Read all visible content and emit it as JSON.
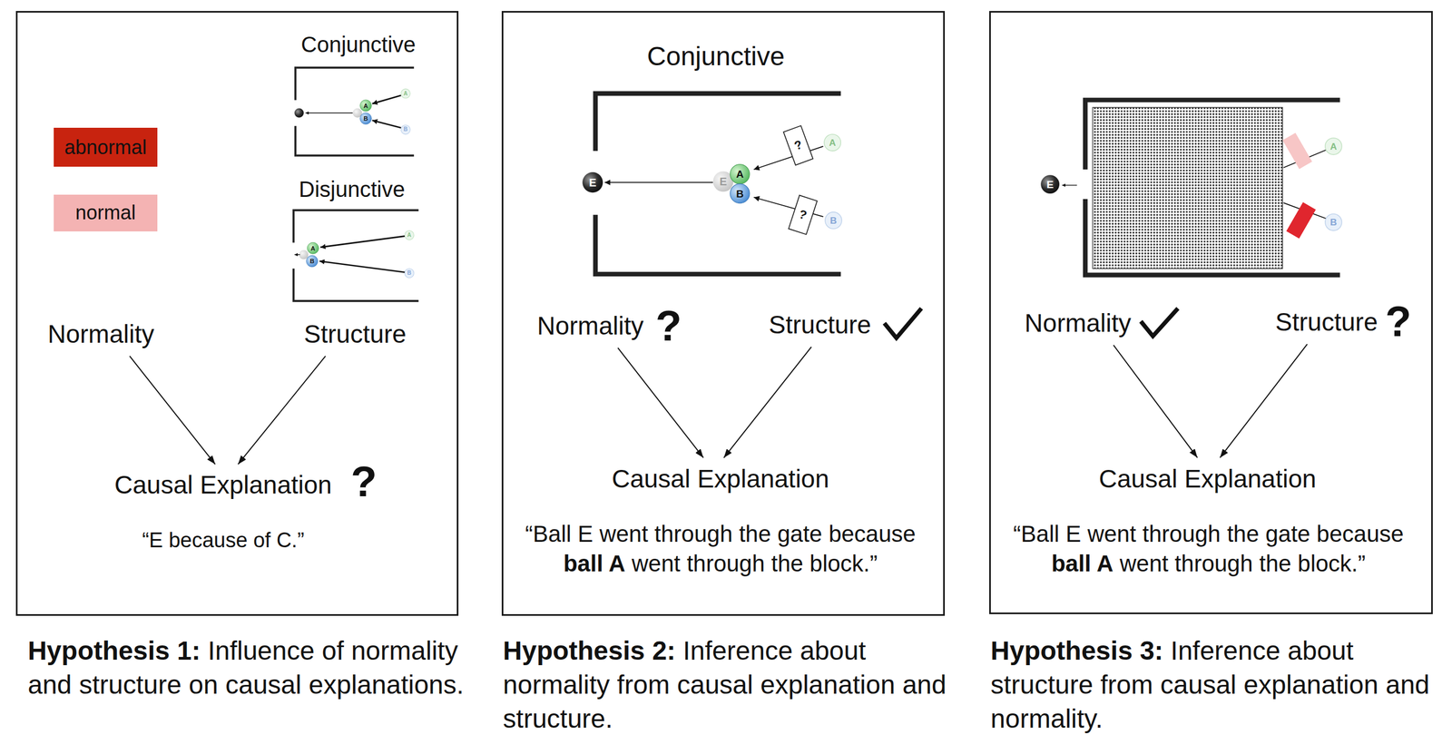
{
  "diagram": {
    "nodes": [
      {
        "text": [
          "Hypothesis 1:",
          "Influence of normality and structure on causal explanations."
        ]
      },
      {
        "text": [
          "Normality"
        ],
        "in": 0
      },
      {
        "text": [
          "Structure"
        ],
        "in": 0
      },
      {
        "text": [
          "Causal Explanation"
        ],
        "in": 0
      },
      {
        "text": [
          "Hypothesis 2:",
          "Inference about normality from causal explanation and structure."
        ]
      },
      {
        "text": [
          "Normality"
        ],
        "in": 4
      },
      {
        "text": [
          "Structure"
        ],
        "in": 4
      },
      {
        "text": [
          "Causal Explanation"
        ],
        "in": 4
      },
      {
        "text": [
          "Hypothesis 3:",
          "Inference about structure from causal explanation and normality."
        ]
      },
      {
        "text": [
          "Normality"
        ],
        "in": 8
      },
      {
        "text": [
          "Structure"
        ],
        "in": 8
      },
      {
        "text": [
          "Causal Explanation"
        ],
        "in": 8
      }
    ],
    "edges": [
      {
        "from": 1,
        "to": 3,
        "arrow": "to"
      },
      {
        "from": 2,
        "to": 3,
        "arrow": "to"
      },
      {
        "from": 5,
        "to": 7,
        "arrow": "to"
      },
      {
        "from": 6,
        "to": 7,
        "arrow": "to"
      },
      {
        "from": 9,
        "to": 11,
        "arrow": "to"
      },
      {
        "from": 10,
        "to": 11,
        "arrow": "to"
      }
    ],
    "labels": [
      "Conjunctive",
      "A",
      "B",
      "A",
      "B",
      "Disjunctive",
      "A",
      "B",
      "A",
      "B",
      "?",
      "“E because of C.”",
      "Conjunctive",
      "?",
      "?",
      "E",
      "E",
      "A",
      "B",
      "A",
      "B",
      "?",
      "“Ball E went through the gate because",
      "ball A",
      "went through the block.”",
      "E",
      "A",
      "B",
      "?",
      "“Ball E went through the gate because",
      "ball A",
      "went through the block.”"
    ],
    "legend": [
      {
        "text": "abnormal",
        "color": "#c8230f"
      },
      {
        "text": "normal",
        "color": "#f4b3b3"
      }
    ]
  }
}
